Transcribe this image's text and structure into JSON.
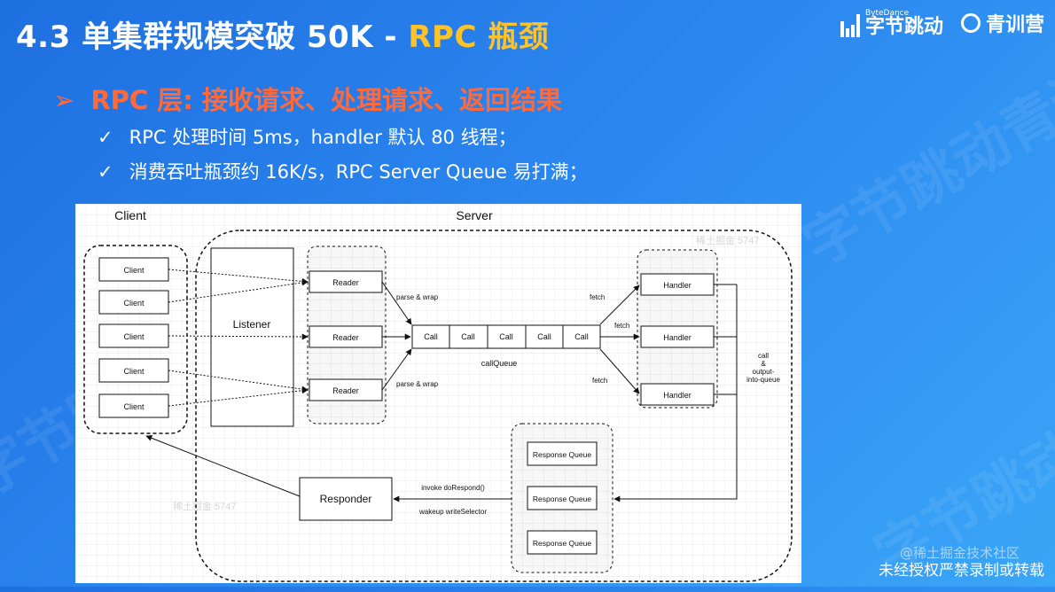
{
  "title": {
    "main": "4.3 单集群规模突破 50K - ",
    "accent": "RPC 瓶颈"
  },
  "logo": {
    "bytedance_en": "ByteDance",
    "bytedance_zh": "字节跳动",
    "qingxun": "青训营"
  },
  "bullet": {
    "arrow": "➢",
    "text": "RPC 层: 接收请求、处理请求、返回结果"
  },
  "subs": [
    {
      "check": "✓",
      "text": "RPC 处理时间 5ms，handler 默认 80 线程；"
    },
    {
      "check": "✓",
      "text": "消费吞吐瓶颈约 16K/s，RPC Server Queue 易打满；"
    }
  ],
  "diagram": {
    "client_header": "Client",
    "server_header": "Server",
    "clients": [
      "Client",
      "Client",
      "Client",
      "Client",
      "Client"
    ],
    "listener": "Listener",
    "readers": [
      "Reader",
      "Reader",
      "Reader"
    ],
    "calls": [
      "Call",
      "Call",
      "Call",
      "Call",
      "Call"
    ],
    "call_queue": "callQueue",
    "handlers": [
      "Handler",
      "Handler",
      "Handler"
    ],
    "response_queues": [
      "Response Queue",
      "Response Queue",
      "Response Queue"
    ],
    "responder": "Responder",
    "labels": {
      "parse_wrap": "parse & wrap",
      "fetch": "fetch",
      "call_output": [
        "call",
        "&",
        "output-",
        "into-queue"
      ],
      "invoke": "invoke doRespond()",
      "wakeup": "wakeup writeSelector"
    }
  },
  "background_watermark": "字节跳动青训营",
  "juejin": "@稀土掘金技术社区",
  "footer": "未经授权严禁录制或转载",
  "colors": {
    "title_accent": "#ffc328",
    "bullet": "#ff6a3d",
    "background": "#2b86ef"
  }
}
